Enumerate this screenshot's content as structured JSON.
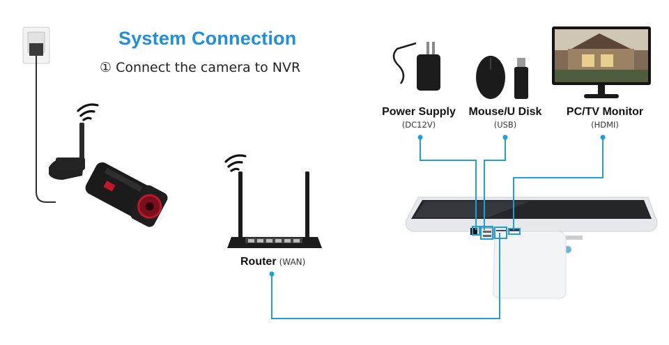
{
  "title": "System Connection",
  "step": "① Connect the camera to NVR",
  "devices": {
    "power": {
      "label": "Power Supply",
      "sub": "(DC12V)"
    },
    "mouse": {
      "label": "Mouse/U Disk",
      "sub": "(USB)"
    },
    "monitor": {
      "label": "PC/TV Monitor",
      "sub": "(HDMI)"
    },
    "router": {
      "label": "Router",
      "sub": "(WAN)"
    }
  },
  "colors": {
    "title": "#1e8fe0",
    "connector": "#1e9fd8",
    "camera_body": "#1b1b1b",
    "camera_accent": "#c0172a"
  },
  "icons": [
    "wifi-icon",
    "plug-icon",
    "camera-icon",
    "router-icon",
    "power-adapter-icon",
    "mouse-icon",
    "usb-disk-icon",
    "monitor-icon",
    "nvr-icon"
  ]
}
